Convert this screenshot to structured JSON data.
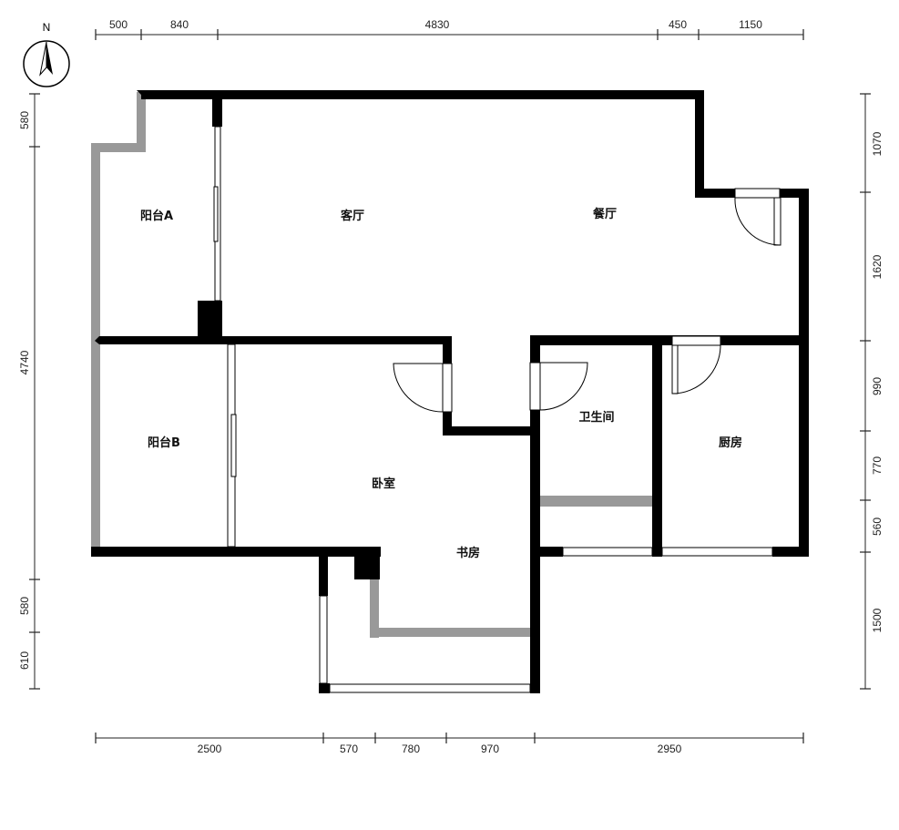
{
  "compass": {
    "north_label": "N"
  },
  "dimensions": {
    "top": [
      "500",
      "840",
      "4830",
      "450",
      "1150"
    ],
    "bottom": [
      "2500",
      "570",
      "780",
      "970",
      "2950"
    ],
    "left": [
      "580",
      "4740",
      "580",
      "610"
    ],
    "right": [
      "1070",
      "1620",
      "990",
      "770",
      "560",
      "1500"
    ]
  },
  "rooms": {
    "balcony_a": "阳台A",
    "living_room": "客厅",
    "dining_room": "餐厅",
    "balcony_b": "阳台B",
    "bedroom": "卧室",
    "study": "书房",
    "bathroom": "卫生间",
    "kitchen": "厨房"
  },
  "colors": {
    "wall": "#000000",
    "partition_wall": "#999999",
    "dimension_line": "#222222"
  }
}
